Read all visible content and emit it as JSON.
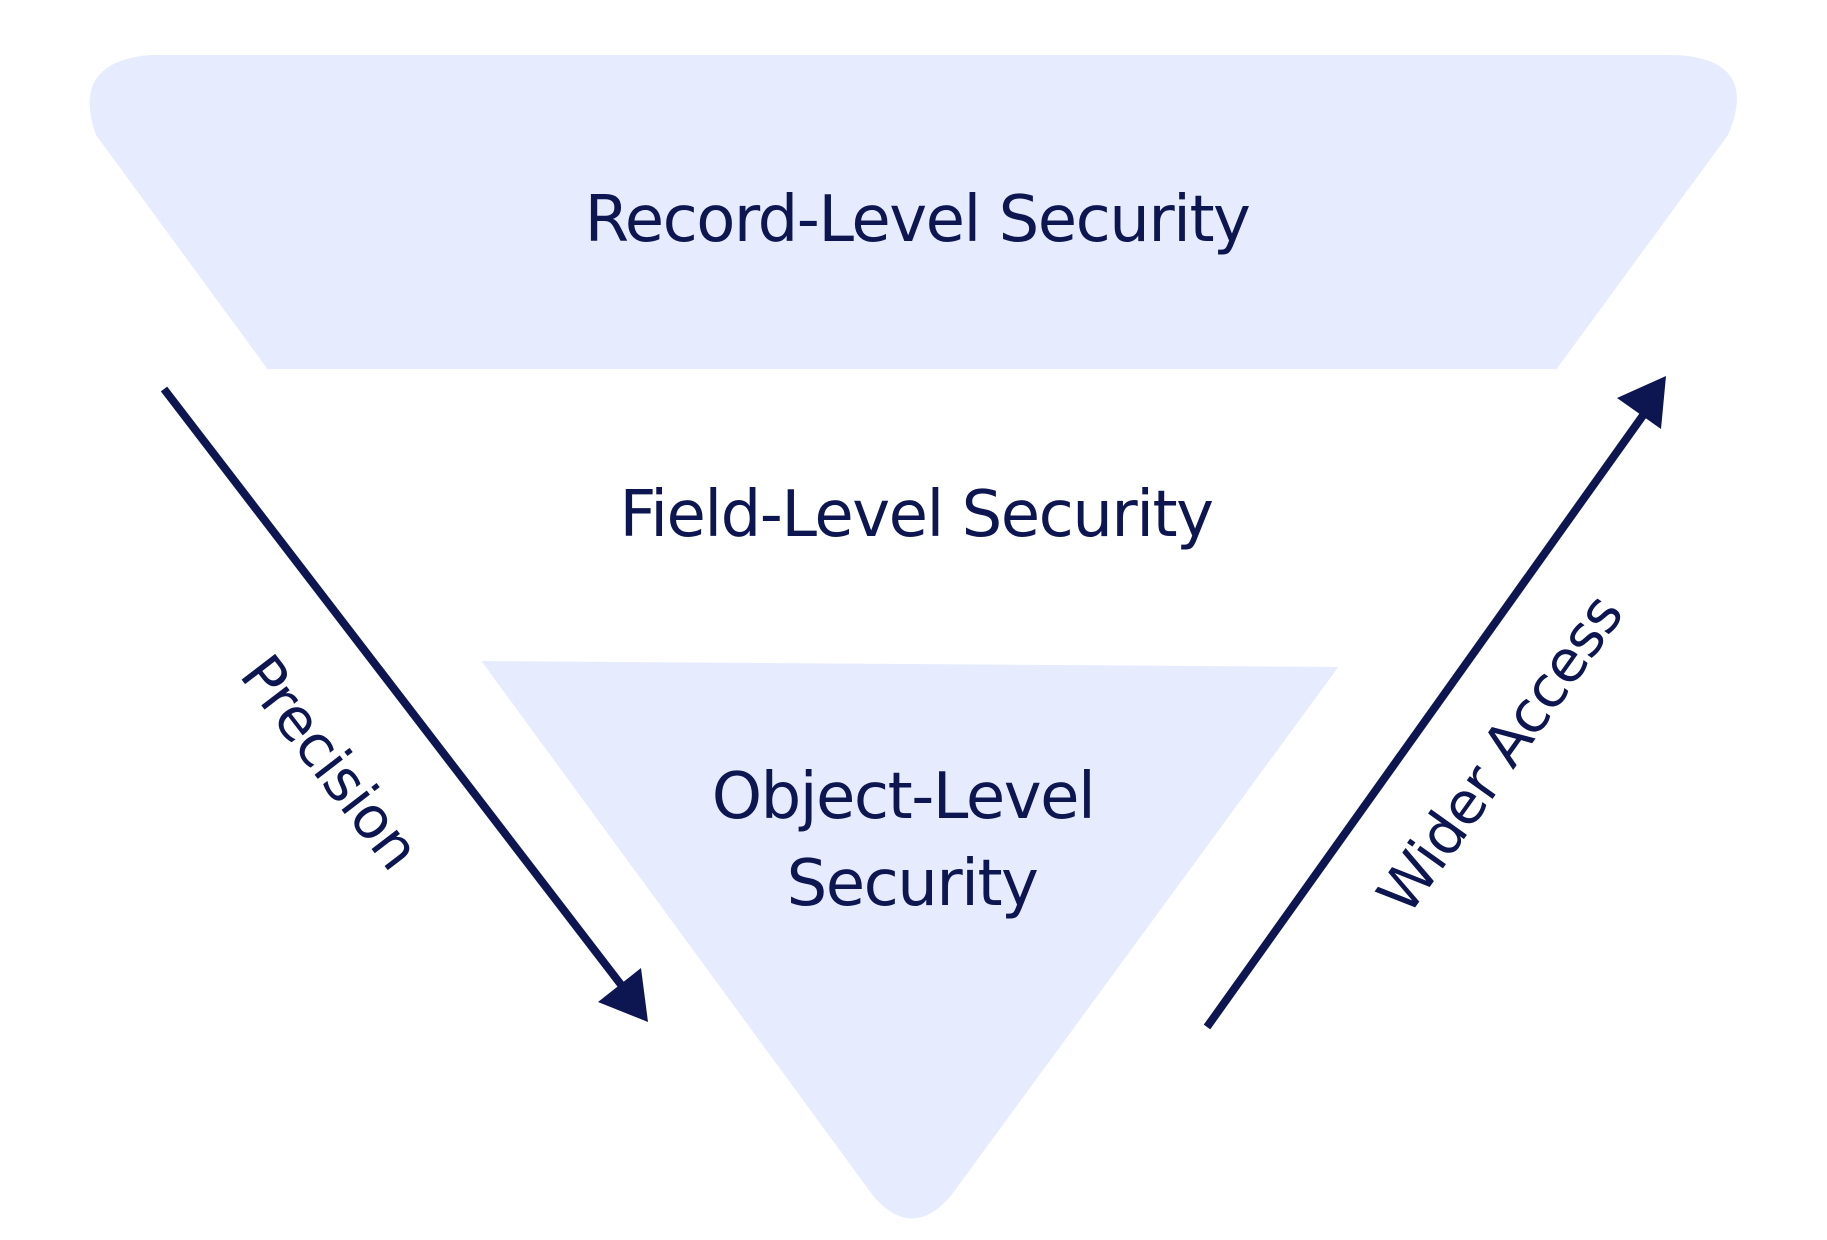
{
  "title": "Security levels funnel",
  "colors": {
    "band_fill": "#e6ecfd",
    "middle_fill": "#ffffff",
    "ink": "#0d1650",
    "background": "#ffffff"
  },
  "levels": [
    {
      "label": "Record-Level Security",
      "lines": [
        "Record-Level Security"
      ],
      "shaded": true
    },
    {
      "label": "Field-Level Security",
      "lines": [
        "Field-Level Security"
      ],
      "shaded": false
    },
    {
      "label": "Object-Level Security",
      "lines": [
        "Object-Level",
        "Security"
      ],
      "shaded": true
    }
  ],
  "arrows": {
    "left": {
      "label": "Precision",
      "direction": "down"
    },
    "right": {
      "label": "Wider Access",
      "direction": "up"
    }
  }
}
